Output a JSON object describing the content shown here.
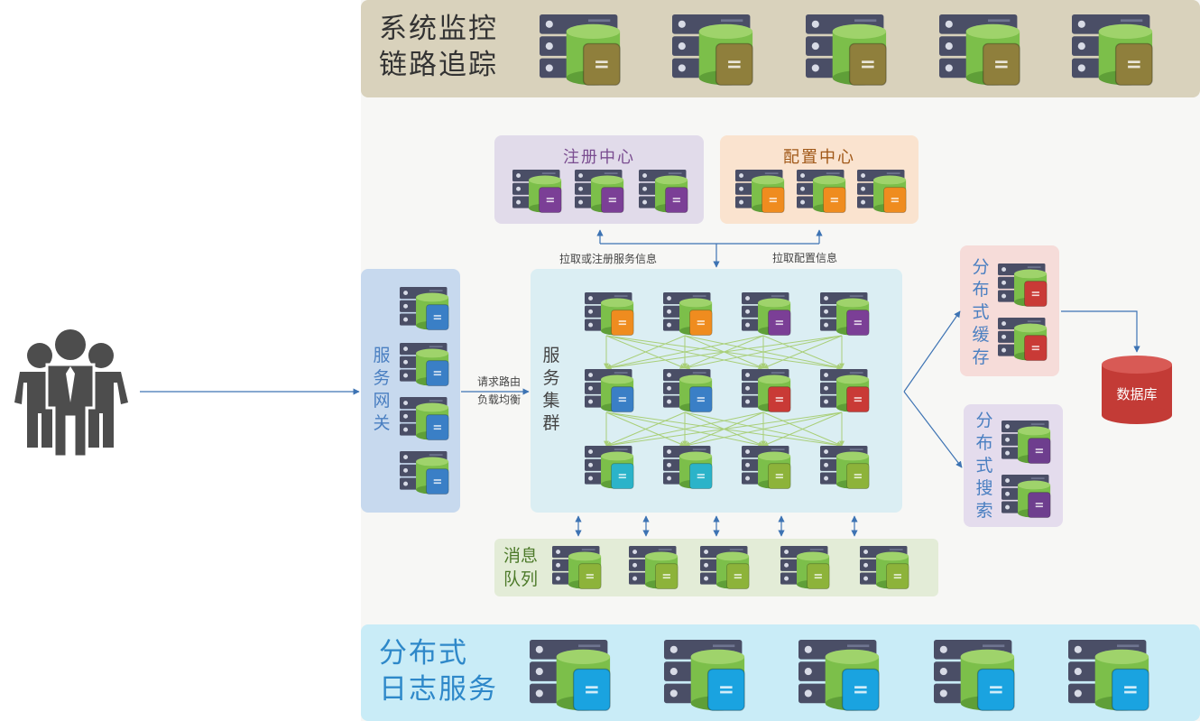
{
  "monitor": {
    "title": "系统监控\n链路追踪"
  },
  "logging": {
    "title": "分布式\n日志服务"
  },
  "registry": {
    "title": "注册中心"
  },
  "config": {
    "title": "配置中心"
  },
  "gateway": {
    "title": "服务网关"
  },
  "cluster": {
    "title": "服务集群"
  },
  "cache": {
    "title": "分布式缓存"
  },
  "search": {
    "title": "分布式搜索"
  },
  "mq": {
    "title": "消息队列"
  },
  "database": {
    "label": "数据库"
  },
  "edges": {
    "pull_register": "拉取或注册服务信息",
    "pull_config": "拉取配置信息",
    "route": "请求路由\n负载均衡"
  },
  "colors": {
    "monitor_node": "#8f7f3c",
    "registry_node": "#7b3f96",
    "config_node": "#ef8c1f",
    "gateway_node": "#3a7fc6",
    "cache_node": "#c93a36",
    "search_node": "#6e3e8e",
    "mq_node": "#8db33a",
    "log_node": "#1aa3e0",
    "database": "#c33b36",
    "server_body": "#4a4e66",
    "cylinder": "#7cbf4a",
    "arrow": "#3d73b3",
    "mesh": "#a9cf78",
    "users": "#4d4d4d"
  },
  "cluster_rows": [
    [
      "#ef8c1f",
      "#ef8c1f",
      "#7b3f96",
      "#7b3f96"
    ],
    [
      "#3a7fc6",
      "#3a7fc6",
      "#c93a36",
      "#c93a36"
    ],
    [
      "#2bb3c9",
      "#2bb3c9",
      "#8db33a",
      "#8db33a"
    ]
  ],
  "icons": [
    "users-icon",
    "server-icon",
    "database-icon"
  ]
}
